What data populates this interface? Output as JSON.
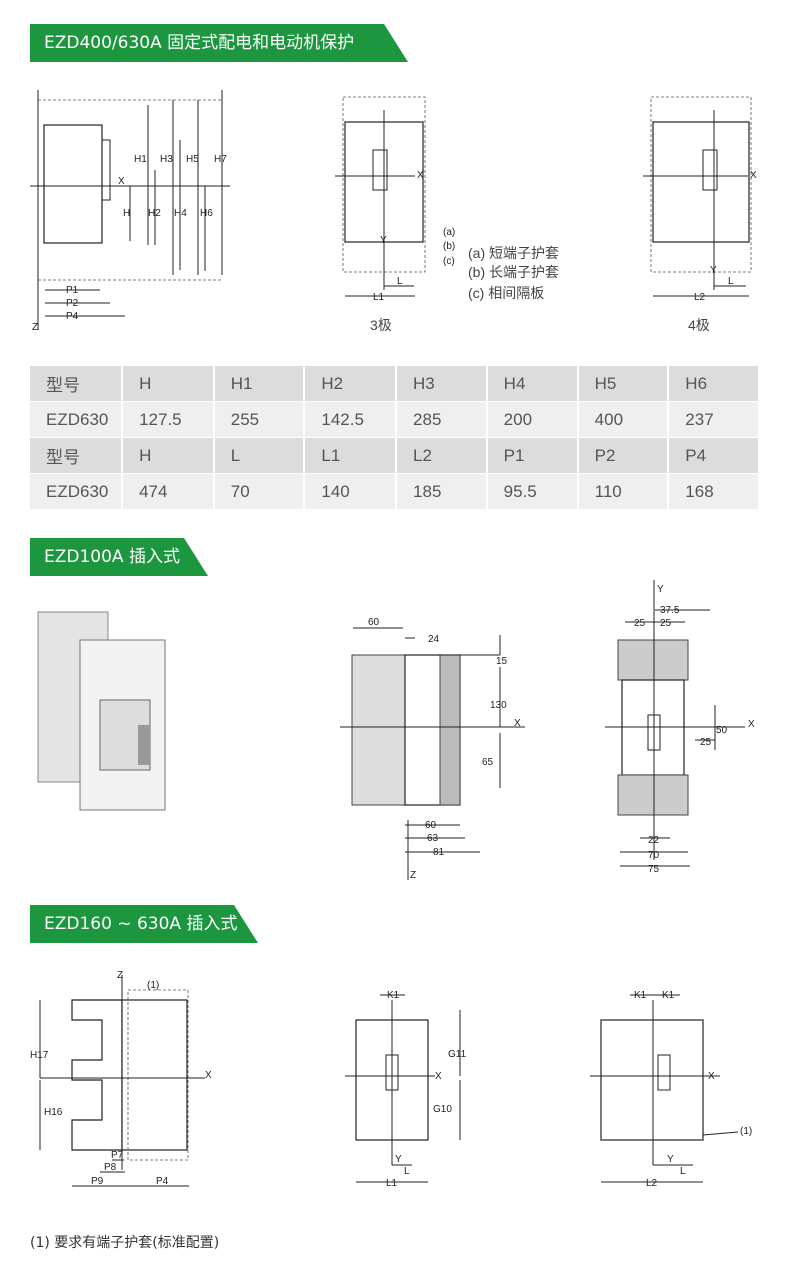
{
  "sections": [
    {
      "title": "EZD400/630A 固定式配电和电动机保护"
    },
    {
      "title": "EZD100A 插入式"
    },
    {
      "title": "EZD160 ~ 630A 插入式"
    }
  ],
  "drawing1": {
    "side": [
      "H1",
      "H3",
      "H5",
      "H7",
      "H",
      "H2",
      "H4",
      "H6",
      "X",
      "P1",
      "P2",
      "P4",
      "Z"
    ],
    "pole3": {
      "x": "X",
      "y": "Y",
      "a": "(a)",
      "b": "(b)",
      "c": "(c)",
      "l": "L",
      "l1": "L1",
      "caption": "3极"
    },
    "legend": [
      "(a)  短端子护套",
      "(b)  长端子护套",
      "(c)  相间隔板"
    ],
    "pole4": {
      "x": "X",
      "y": "Y",
      "l": "L",
      "l2": "L2",
      "caption": "4极"
    }
  },
  "table": {
    "rows": [
      [
        "型号",
        "H",
        "H1",
        "H2",
        "H3",
        "H4",
        "H5",
        "H6"
      ],
      [
        "EZD630",
        "127.5",
        "255",
        "142.5",
        "285",
        "200",
        "400",
        "237"
      ],
      [
        "型号",
        "H",
        "L",
        "L1",
        "L2",
        "P1",
        "P2",
        "P4"
      ],
      [
        "EZD630",
        "474",
        "70",
        "140",
        "185",
        "95.5",
        "110",
        "168"
      ]
    ]
  },
  "drawing2": {
    "side": [
      "60",
      "24",
      "15",
      "130",
      "X",
      "65",
      "60",
      "63",
      "81",
      "Z"
    ],
    "front": [
      "Y",
      "37.5",
      "25",
      "25",
      "X",
      "50",
      "25",
      "22",
      "70",
      "75"
    ]
  },
  "drawing3": {
    "side": [
      "Z",
      "(1)",
      "H17",
      "X",
      "H16",
      "P7",
      "P8",
      "P9",
      "P4"
    ],
    "pole3": [
      "K1",
      "G11",
      "X",
      "G10",
      "Y",
      "L",
      "L1"
    ],
    "pole4": [
      "K1",
      "K1",
      "X",
      "(1)",
      "Y",
      "L",
      "L2"
    ]
  },
  "footnote": "(1)  要求有端子护套(标准配置)",
  "colors": {
    "accent": "#1d9640"
  }
}
